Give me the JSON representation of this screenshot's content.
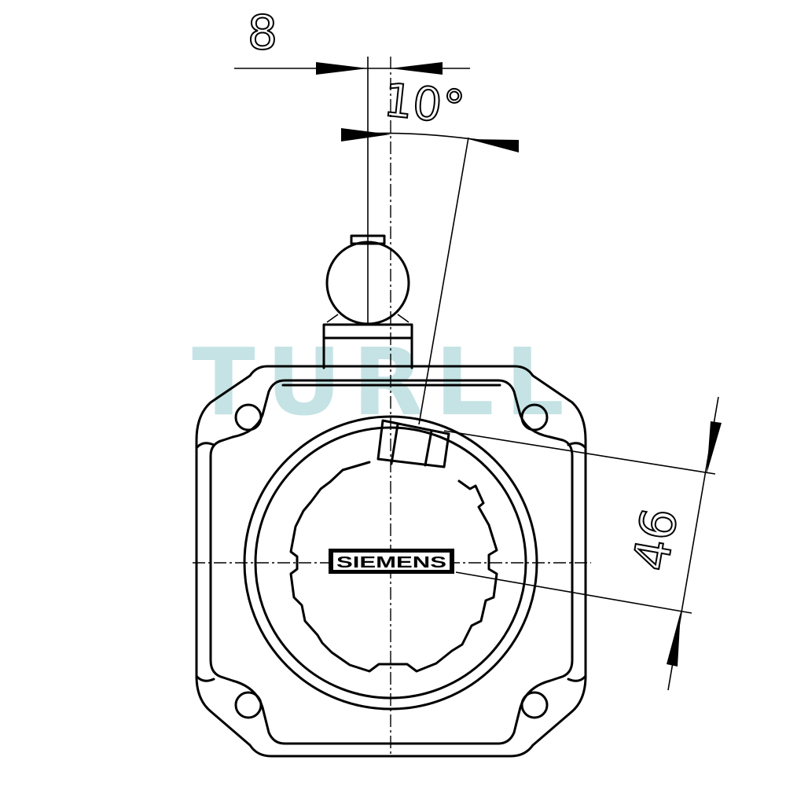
{
  "dimensions": {
    "width_8": "8",
    "angle_10": "10°",
    "offset_46": "46"
  },
  "logo": {
    "text": "SIEMENS"
  },
  "watermark": {
    "text": "TURLL",
    "color": "#bfe0e2"
  },
  "colors": {
    "line": "#000000",
    "background": "#ffffff"
  }
}
